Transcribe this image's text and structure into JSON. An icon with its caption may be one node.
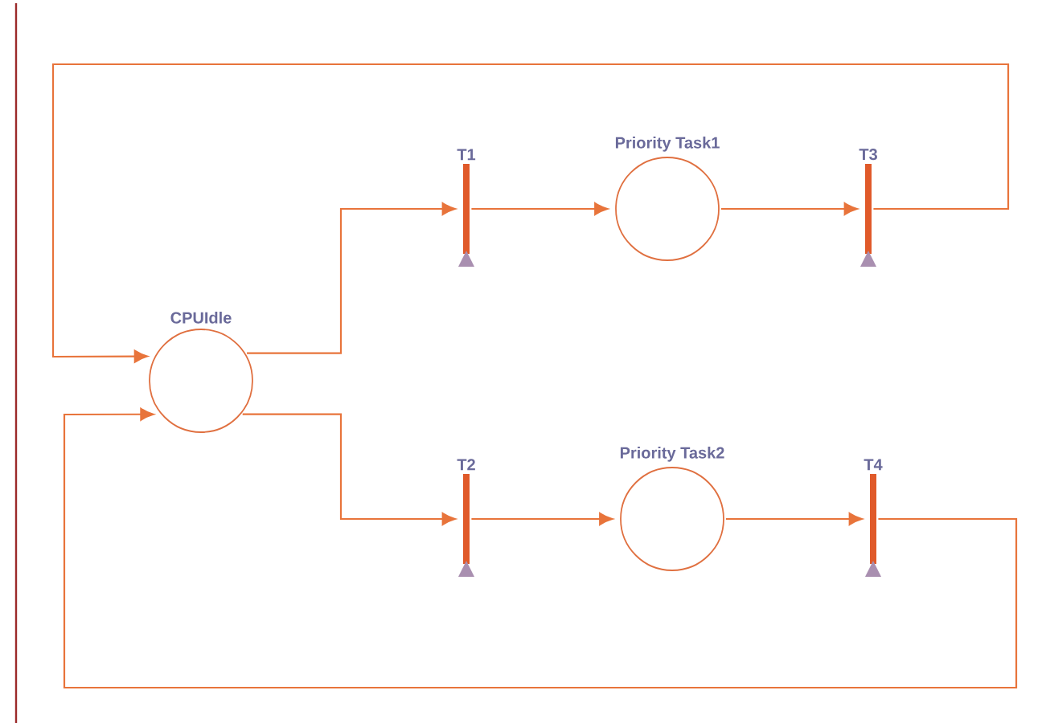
{
  "diagram": {
    "nodes": [
      {
        "text": [
          "T1"
        ]
      },
      {
        "text": [
          "Priority Task1"
        ]
      },
      {
        "text": [
          "T3"
        ]
      },
      {
        "text": [
          "CPUIdle"
        ]
      },
      {
        "text": [
          "T2"
        ]
      },
      {
        "text": [
          "Priority Task2"
        ]
      },
      {
        "text": [
          "T4"
        ]
      }
    ],
    "edges": [
      {
        "from": 3,
        "to": 0,
        "arrow": "to"
      },
      {
        "from": 0,
        "to": 1,
        "arrow": "to"
      },
      {
        "from": 1,
        "to": 2,
        "arrow": "to"
      },
      {
        "from": 2,
        "to": 3,
        "arrow": "to"
      },
      {
        "from": 3,
        "to": 4,
        "arrow": "to"
      },
      {
        "from": 4,
        "to": 5,
        "arrow": "to"
      },
      {
        "from": 5,
        "to": 6,
        "arrow": "to"
      },
      {
        "from": 6,
        "to": 3,
        "arrow": "to"
      }
    ]
  }
}
